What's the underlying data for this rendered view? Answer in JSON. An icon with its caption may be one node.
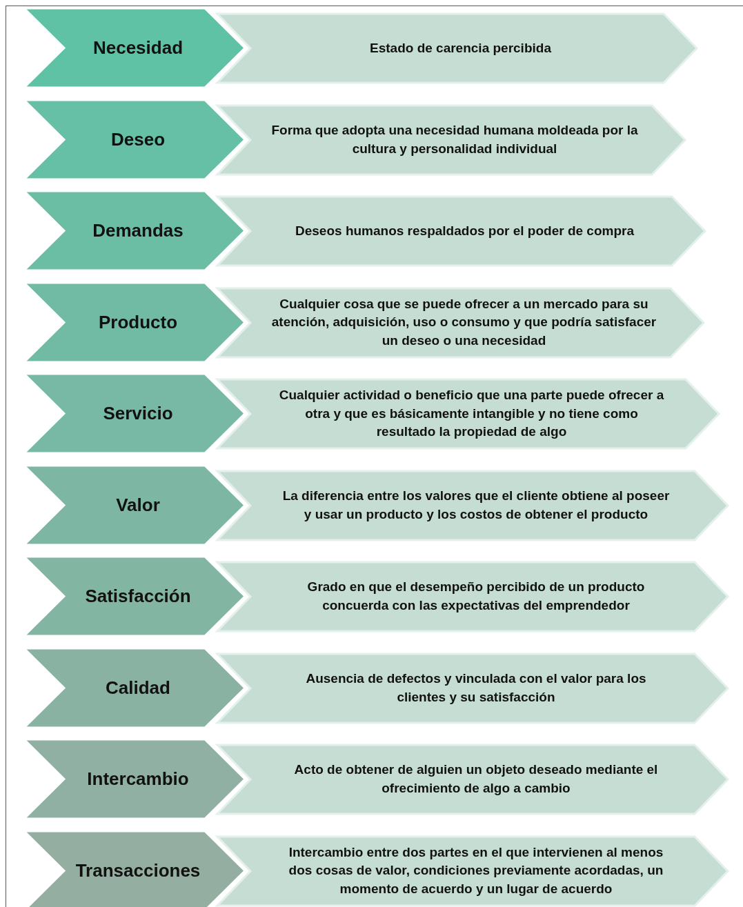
{
  "diagram": {
    "nodes": [
      {
        "text": [
          "Necesidad"
        ]
      },
      {
        "text": [
          "Estado de carencia percibida"
        ]
      },
      {
        "text": [
          "Deseo"
        ]
      },
      {
        "text": [
          "Forma que adopta una necesidad humana moldeada por la cultura y personalidad individual"
        ]
      },
      {
        "text": [
          "Demandas"
        ]
      },
      {
        "text": [
          "Deseos humanos respaldados por el poder de compra"
        ]
      },
      {
        "text": [
          "Producto"
        ]
      },
      {
        "text": [
          "Cualquier cosa que se puede ofrecer a un mercado para su atención, adquisición, uso o consumo y que podría satisfacer un deseo o una necesidad"
        ]
      },
      {
        "text": [
          "Servicio"
        ]
      },
      {
        "text": [
          "Cualquier actividad o beneficio que una parte puede ofrecer a otra y que es básicamente intangible y no tiene como resultado la propiedad de algo"
        ]
      },
      {
        "text": [
          "Valor"
        ]
      },
      {
        "text": [
          "La diferencia entre los valores que el cliente obtiene al poseer y usar un producto y los costos de obtener el producto"
        ]
      },
      {
        "text": [
          "Satisfacción"
        ]
      },
      {
        "text": [
          "Grado en que el desempeño percibido de un producto concuerda con las expectativas del emprendedor"
        ]
      },
      {
        "text": [
          "Calidad"
        ]
      },
      {
        "text": [
          "Ausencia de defectos y vinculada con el valor para los clientes y su satisfacción"
        ]
      },
      {
        "text": [
          "Intercambio"
        ]
      },
      {
        "text": [
          "Acto de obtener de alguien un objeto deseado mediante el ofrecimiento de algo a cambio"
        ]
      },
      {
        "text": [
          "Transacciones"
        ]
      },
      {
        "text": [
          "Intercambio entre dos partes en el que intervienen al menos dos cosas de valor, condiciones previamente acordadas, un momento de acuerdo y un lugar de acuerdo"
        ]
      }
    ]
  }
}
